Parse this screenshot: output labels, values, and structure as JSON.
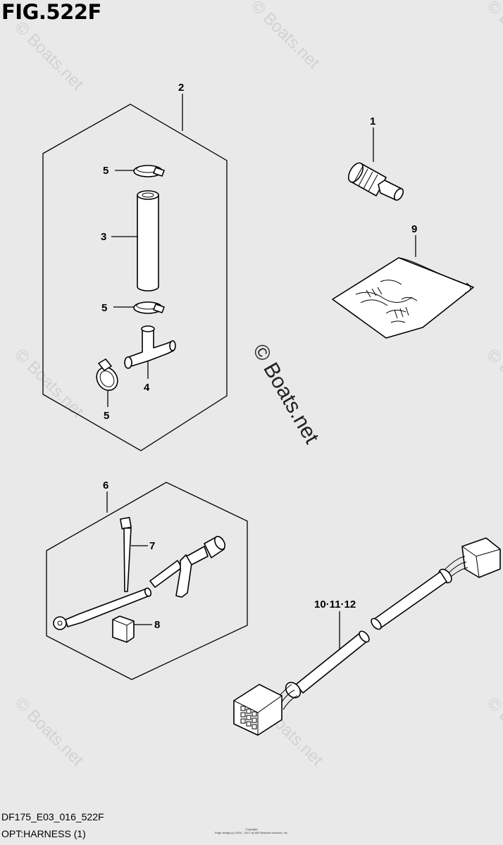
{
  "figure": {
    "title": "FIG.522F",
    "code": "DF175_E03_016_522F",
    "name": "OPT:HARNESS (1)",
    "copyright_line1": "Copyright",
    "copyright_line2": "Page design (c) 2004 - 2017 by ARI Network Services, Inc."
  },
  "watermark": {
    "text": "© Boats.net"
  },
  "callouts": {
    "c1": "1",
    "c2": "2",
    "c3": "3",
    "c4": "4",
    "c5a": "5",
    "c5b": "5",
    "c5c": "5",
    "c6": "6",
    "c7": "7",
    "c8": "8",
    "c9": "9",
    "c10": "10·11·12"
  }
}
